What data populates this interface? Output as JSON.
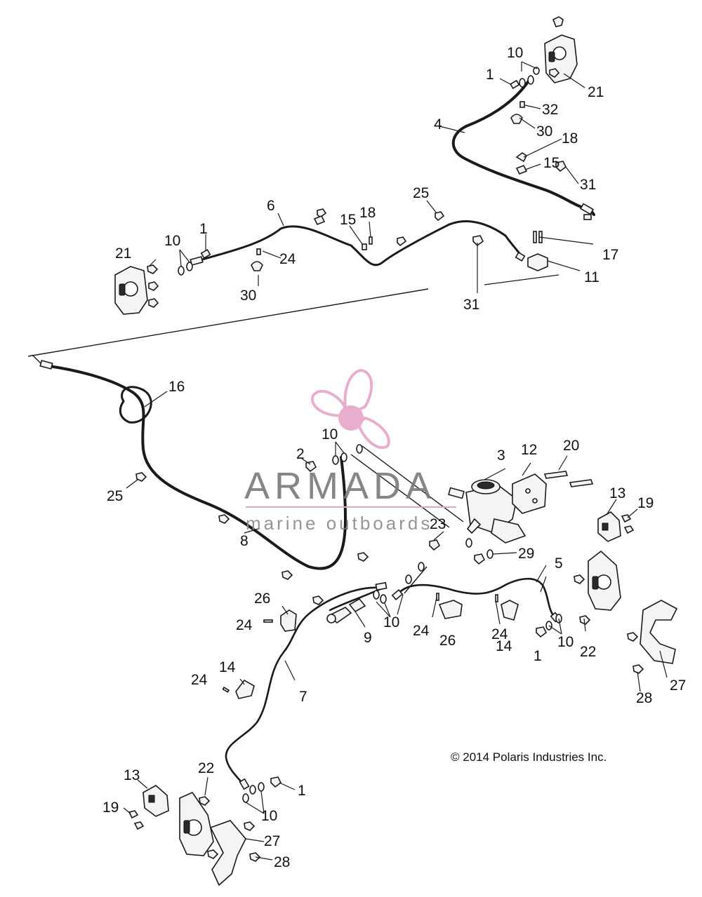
{
  "copyright": "© 2014 Polaris Industries Inc.",
  "watermark": {
    "brand": "ARMADA",
    "tagline": "marine outboards",
    "accent_color": "#e3a1c5",
    "logo_icon": "propeller-icon"
  },
  "callouts": [
    "1",
    "2",
    "3",
    "4",
    "5",
    "6",
    "7",
    "8",
    "9",
    "10",
    "11",
    "12",
    "13",
    "14",
    "15",
    "16",
    "17",
    "18",
    "19",
    "20",
    "21",
    "22",
    "23",
    "24",
    "25",
    "26",
    "27",
    "28",
    "29",
    "30",
    "31",
    "32"
  ],
  "labels": {
    "l1_top": "1",
    "l10_top": "10",
    "l21_top": "21",
    "l32": "32",
    "l4": "4",
    "l30_top": "30",
    "l18_top": "18",
    "l15_top": "15",
    "l31_top": "31",
    "l6": "6",
    "l1_left": "1",
    "l10_left": "10",
    "l21_left": "21",
    "l24_mid": "24",
    "l30_mid": "30",
    "l15_mid": "15",
    "l18_mid": "18",
    "l25_top": "25",
    "l17": "17",
    "l11": "11",
    "l31_mid": "31",
    "l16": "16",
    "l25_left": "25",
    "l8": "8",
    "l10_center": "10",
    "l2": "2",
    "l3": "3",
    "l12": "12",
    "l20": "20",
    "l13_right": "13",
    "l19_right": "19",
    "l23": "23",
    "l29": "29",
    "l5": "5",
    "l26_left": "26",
    "l24_left": "24",
    "l9": "9",
    "l10_lower": "10",
    "l24_c1": "24",
    "l26_c": "26",
    "l24_c2": "24",
    "l14_c": "14",
    "l1_c": "1",
    "l10_c": "10",
    "l22_right": "22",
    "l27_right": "27",
    "l28_right": "28",
    "l14_left": "14",
    "l24_left2": "24",
    "l7": "7",
    "l13_left": "13",
    "l22_left": "22",
    "l19_left": "19",
    "l10_bottom": "10",
    "l1_bottom": "1",
    "l27_left": "27",
    "l28_left": "28"
  }
}
